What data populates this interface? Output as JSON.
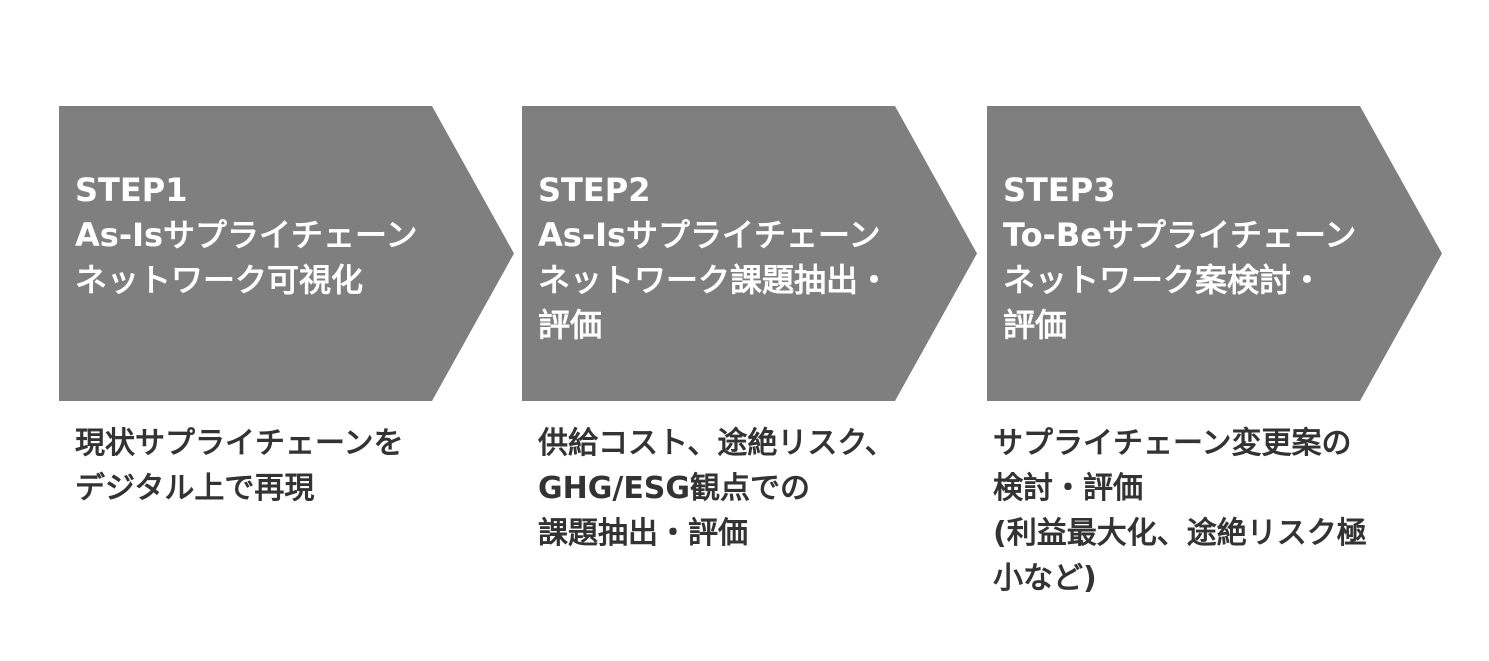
{
  "colors": {
    "arrow_fill": "#7f7f7f",
    "arrow_text": "#ffffff",
    "description_text": "#333333",
    "background": "#ffffff"
  },
  "steps": [
    {
      "title_lines": [
        "STEP1",
        "As-Isサプライチェーン",
        "ネットワーク可視化"
      ],
      "description_lines": [
        "現状サプライチェーンを",
        "デジタル上で再現"
      ]
    },
    {
      "title_lines": [
        "STEP2",
        "As-Isサプライチェーン",
        "ネットワーク課題抽出・",
        "評価"
      ],
      "description_lines": [
        "供給コスト、途絶リスク、",
        "GHG/ESG観点での",
        "課題抽出・評価"
      ]
    },
    {
      "title_lines": [
        "STEP3",
        "To-Beサプライチェーン",
        "ネットワーク案検討・",
        "評価"
      ],
      "description_lines": [
        "サプライチェーン変更案の",
        "検討・評価",
        "(利益最大化、途絶リスク極",
        "小など)"
      ]
    }
  ]
}
